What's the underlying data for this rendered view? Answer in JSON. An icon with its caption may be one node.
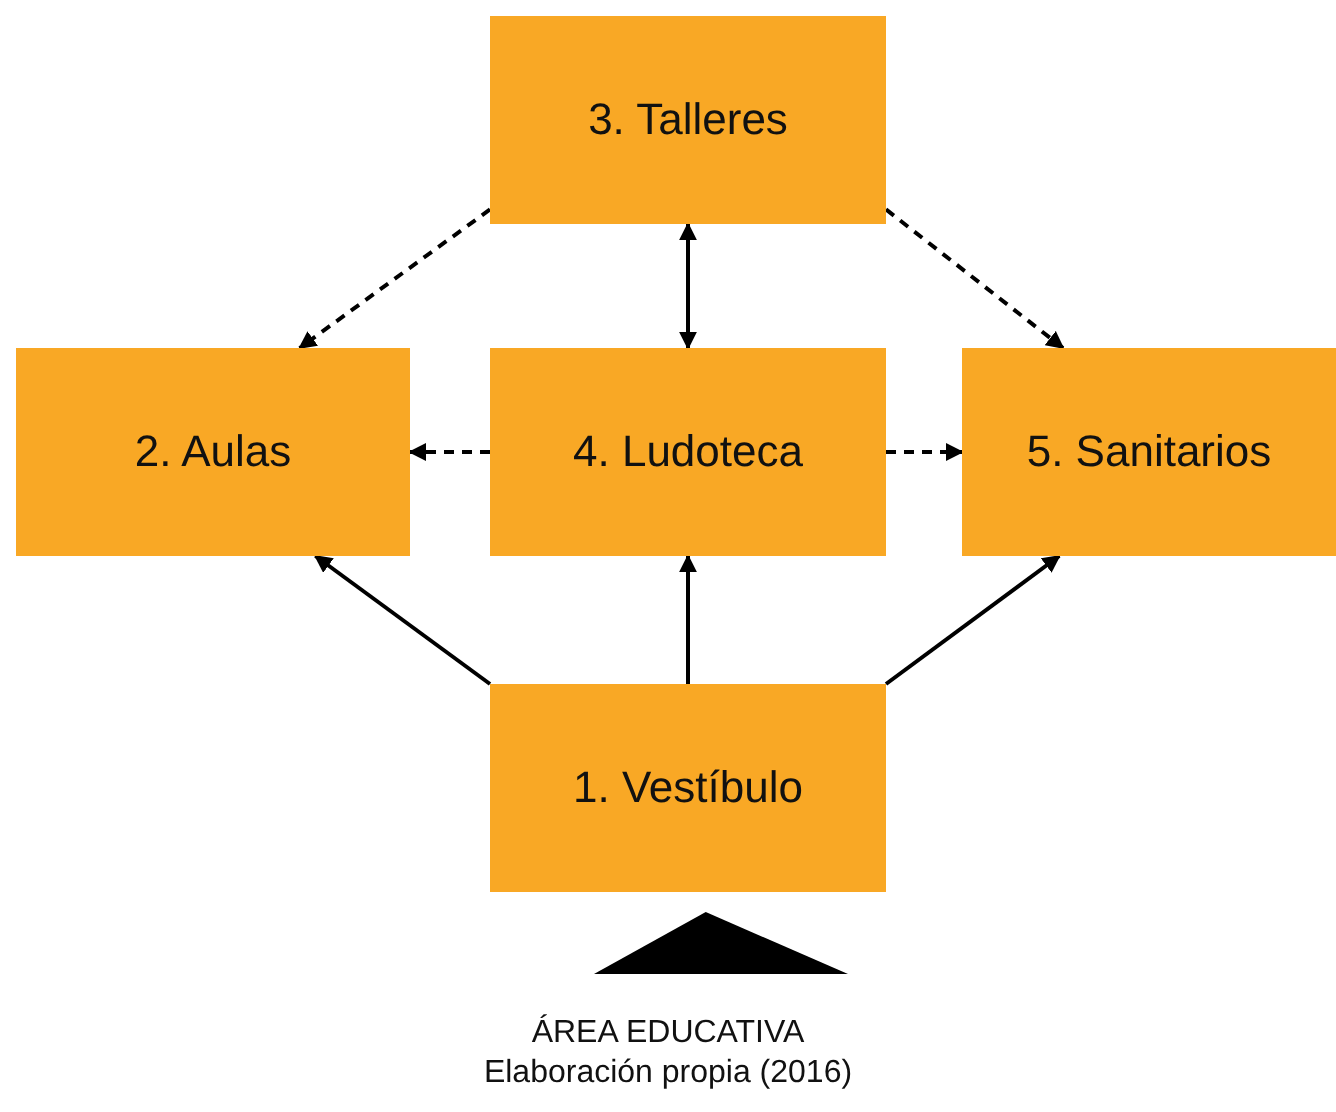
{
  "diagram": {
    "nodes": [
      {
        "text": [
          "3. Talleres"
        ]
      },
      {
        "text": [
          "2. Aulas"
        ]
      },
      {
        "text": [
          "4. Ludoteca"
        ]
      },
      {
        "text": [
          "5. Sanitarios"
        ]
      },
      {
        "text": [
          "1. Vestíbulo"
        ]
      },
      {
        "text": [],
        "shape": "triangle"
      }
    ],
    "edges": [
      {
        "from": 0,
        "to": 1,
        "arrow": "to",
        "style": "dashed"
      },
      {
        "from": 0,
        "to": 3,
        "arrow": "to",
        "style": "dashed"
      },
      {
        "from": 0,
        "to": 2,
        "arrow": "both"
      },
      {
        "from": 2,
        "to": 1,
        "arrow": "to",
        "style": "dashed"
      },
      {
        "from": 2,
        "to": 3,
        "arrow": "to",
        "style": "dashed"
      },
      {
        "from": 4,
        "to": 1,
        "arrow": "to"
      },
      {
        "from": 4,
        "to": 2,
        "arrow": "to"
      },
      {
        "from": 4,
        "to": 3,
        "arrow": "to"
      }
    ],
    "labels": [
      "ÁREA EDUCATIVA",
      "Elaboración propia (2016)"
    ]
  }
}
